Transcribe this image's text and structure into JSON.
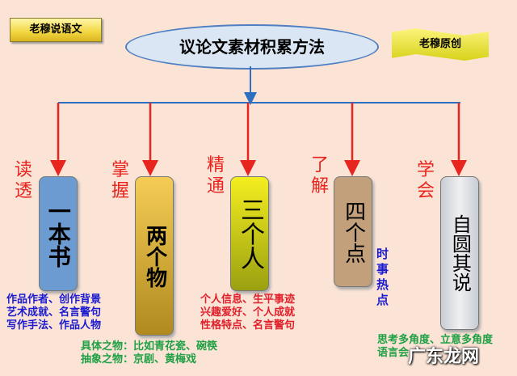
{
  "header": {
    "tag": "老穆说语文",
    "title": "议论文素材积累方法",
    "badge": "老穆原创"
  },
  "branches": [
    {
      "verb": "读透",
      "box": "一本书",
      "notes": [
        "作品作者、创作背景",
        "艺术成就、名言警句",
        "写作手法、作品人物"
      ],
      "note_color": "#1a1ad0"
    },
    {
      "verb": "掌握",
      "box": "两个物",
      "notes": [
        "具体之物：比如青花瓷、碗筷",
        "抽象之物：京剧、黄梅戏"
      ],
      "note_color": "#1fa045"
    },
    {
      "verb": "精通",
      "box": "三个人",
      "notes": [
        "个人信息、生平事迹",
        "兴趣爱好、个人成就",
        "性格特点、名言警句"
      ],
      "note_color": "#e0202a"
    },
    {
      "verb": "了解",
      "box": "四个点",
      "notes": [
        "时事热点"
      ],
      "note_color": "#1a1ad0"
    },
    {
      "verb": "学会",
      "box": "自圆其说",
      "notes": [
        "思考多角度、立意多角度",
        "语言会"
      ],
      "note_color": "#1fa045"
    }
  ],
  "watermark": "广东龙网",
  "colors": {
    "arrow": "#e8241f",
    "connector": "#2e6fc0"
  }
}
